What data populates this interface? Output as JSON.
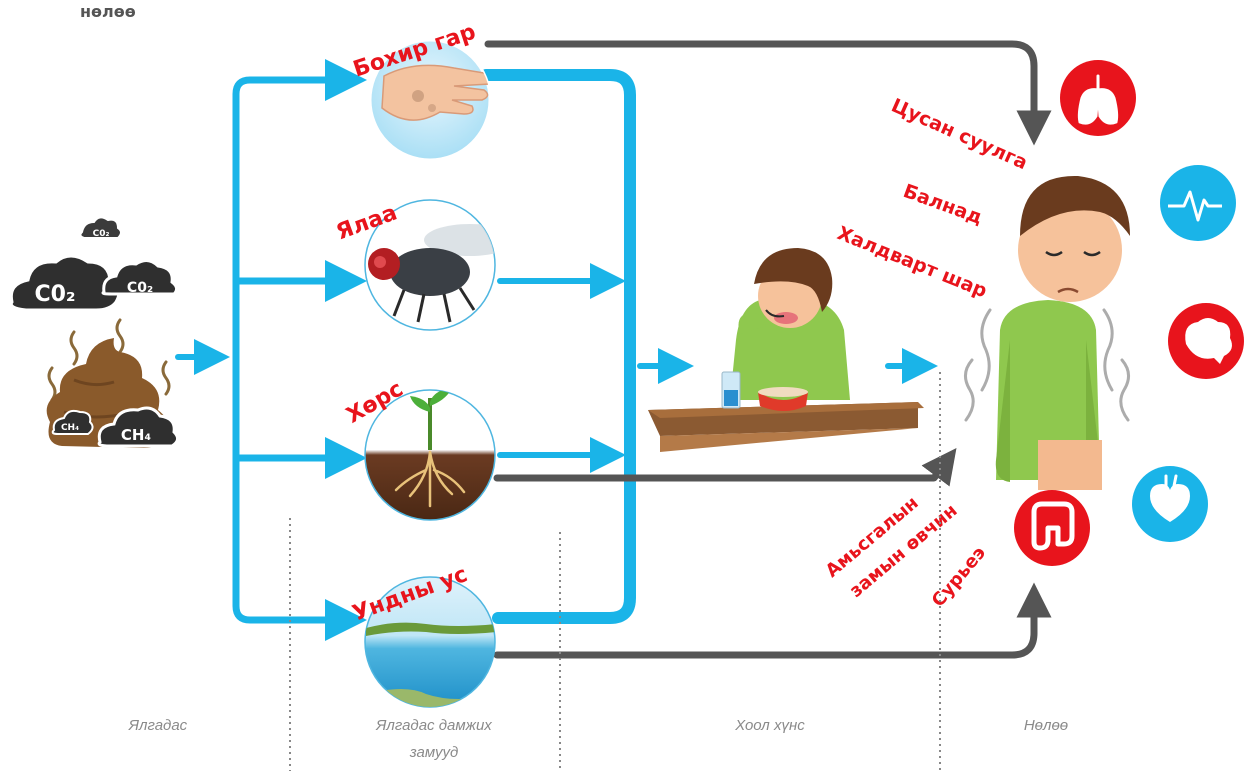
{
  "header": {
    "title_fragment": "нөлөө"
  },
  "pathways": [
    {
      "id": "dirty-hand",
      "label": "Бохир гар"
    },
    {
      "id": "fly",
      "label": "Ялаа"
    },
    {
      "id": "soil",
      "label": "Хөрс"
    },
    {
      "id": "groundwater",
      "label": "Ундны ус"
    }
  ],
  "source": {
    "clouds": [
      "C0₂",
      "C0₂",
      "C0₂"
    ],
    "gases": [
      "CH₄",
      "CH₄"
    ]
  },
  "diseases": [
    "Цусан суулга",
    "Балнад",
    "Халдварт шар",
    "Амьсгалын",
    "замын өвчин",
    "Сурьеэ"
  ],
  "organ_icons": [
    "lungs-icon",
    "heartbeat-icon",
    "brain-icon",
    "heart-icon",
    "intestine-icon"
  ],
  "stages": {
    "source": "Ялгадас",
    "pathways_line1": "Ялгадас дамжих",
    "pathways_line2": "замууд",
    "food": "Хоол хүнс",
    "impact": "Нөлөө"
  },
  "colors": {
    "flow_arrow": "#1ab4e8",
    "direct_arrow": "#555555",
    "label_red": "#e8141c",
    "icon_red": "#e8141c",
    "icon_blue": "#1ab4e8"
  }
}
